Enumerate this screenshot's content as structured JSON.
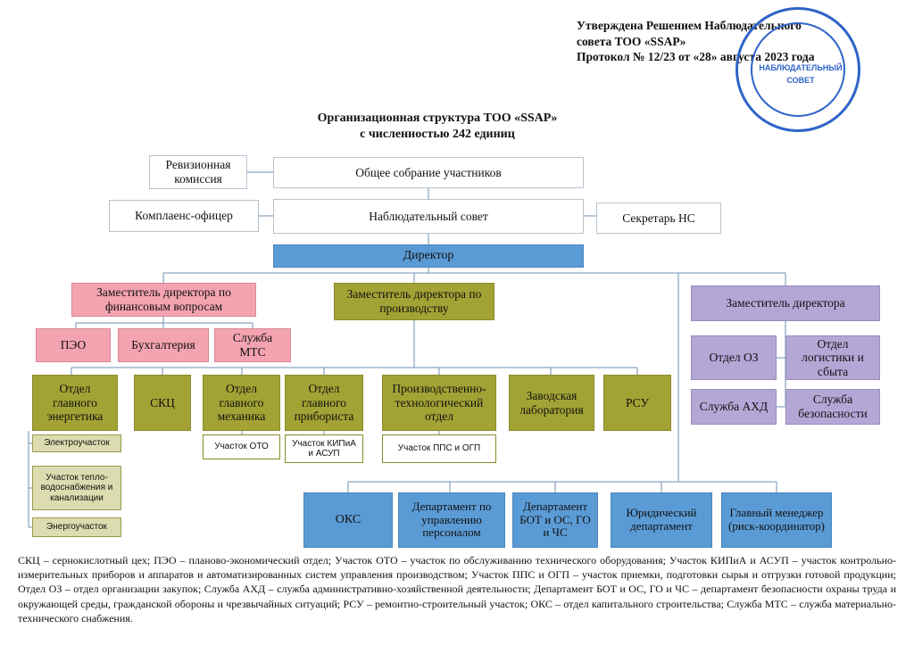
{
  "approval": {
    "line1": "Утверждена Решением Наблюдательного",
    "line2": "совета ТОО «SSAP»",
    "line3": "Протокол № 12/23 от «28» августа 2023 года"
  },
  "stamp": {
    "text": "НАБЛЮДАТЕЛЬНЫЙ СОВЕТ"
  },
  "title": {
    "line1": "Организационная структура ТОО «SSAP»",
    "line2": "с численностью 242 единиц"
  },
  "top": {
    "revision": "Ревизионная комиссия",
    "general_meeting": "Общее собрание участников",
    "compliance": "Комплаенс-офицер",
    "supervisory_board": "Наблюдательный совет",
    "secretary": "Секретарь НС",
    "director": "Директор"
  },
  "finance": {
    "deputy": "Заместитель директора по финансовым вопросам",
    "peo": "ПЭО",
    "accounting": "Бухгалтерия",
    "mts": "Служба МТС"
  },
  "production": {
    "deputy": "Заместитель директора по производству",
    "chief_energy": "Отдел главного энергетика",
    "skc": "СКЦ",
    "chief_mechanic": "Отдел главного механика",
    "chief_instrument": "Отдел главного прибориста",
    "prod_tech": "Производственно-технологический отдел",
    "lab": "Заводская лаборатория",
    "rsu": "РСУ",
    "electro": "Электроучасток",
    "heat_water": "Участок тепло-водоснабжения и канализации",
    "energy_site": "Энергоучасток",
    "oto": "Участок ОТО",
    "kipia": "Участок КИПиА и АСУП",
    "pps": "Участок ППС и ОГП"
  },
  "deputy3": {
    "deputy": "Заместитель директора",
    "oz": "Отдел ОЗ",
    "logistics": "Отдел логистики и сбыта",
    "ahd": "Служба АХД",
    "security": "Служба безопасности"
  },
  "departments": {
    "oks": "ОКС",
    "hr": "Департамент по управлению персоналом",
    "bot": "Департамент БОТ и ОС, ГО и ЧС",
    "legal": "Юридический департамент",
    "risk": "Главный менеджер (риск-координатор)"
  },
  "legend": "СКЦ – сернокислотный цех; ПЭО – планово-экономический отдел; Участок ОТО – участок по обслуживанию технического оборудования; Участок КИПиА и АСУП – участок контрольно-измерительных приборов и аппаратов и автоматизированных систем управления производством; Участок ППС и ОГП – участок приемки, подготовки сырья и отгрузки готовой продукции; Отдел ОЗ – отдел организации закупок; Служба АХД – служба административно-хозяйственной деятельности; Департамент БОТ и ОС, ГО и ЧС – департамент безопасности охраны труда и окружающей среды, гражданской обороны и чрезвычайных ситуаций; РСУ – ремонтно-строительный участок; ОКС – отдел капитального строительства; Служба МТС – служба материально-технического снабжения."
}
